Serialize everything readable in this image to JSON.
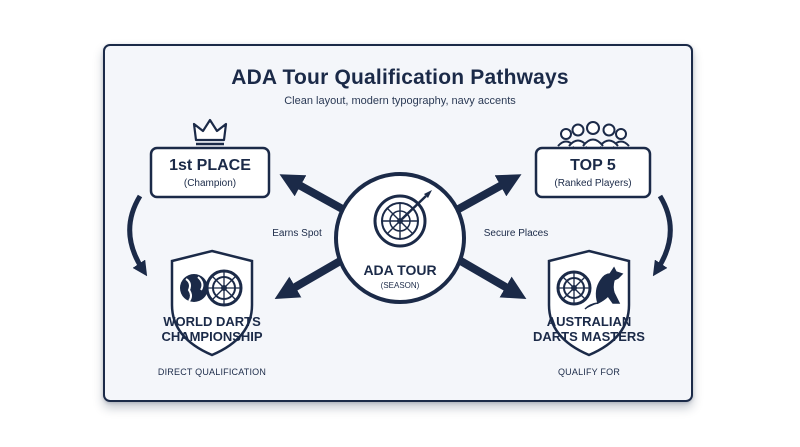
{
  "title": "ADA Tour Qualification Pathways",
  "subtitle": "Clean layout, modern typography, navy accents",
  "accent_color": "#1b2a48",
  "center": {
    "title": "ADA TOUR",
    "subtitle": "(SEASON)",
    "icon": "dartboard-with-dart-icon"
  },
  "first_place": {
    "title": "1st PLACE",
    "subtitle": "(Champion)",
    "icon": "crown-icon"
  },
  "top5": {
    "title": "TOP 5",
    "subtitle": "(Ranked Players)",
    "icon": "group-of-people-icon"
  },
  "edge_labels": {
    "earns_spot": "Earns Spot",
    "secure_places": "Secure Places"
  },
  "world_champ": {
    "line1": "WORLD DARTS",
    "line2": "CHAMPIONSHIP",
    "caption": "DIRECT QUALIFICATION",
    "icon": "globe-and-dartboard-shield-icon"
  },
  "aus_masters": {
    "line1": "AUSTRALIAN",
    "line2": "DARTS MASTERS",
    "caption": "QUALIFY FOR",
    "icon": "kangaroo-and-dartboard-shield-icon"
  }
}
